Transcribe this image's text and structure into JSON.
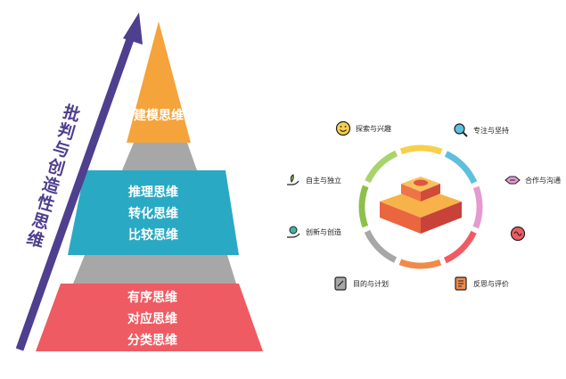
{
  "pyramid": {
    "axis_label": "批判与创造性思维",
    "tiers": [
      {
        "lines": [
          "建模思维"
        ]
      },
      {
        "lines": [
          "推理思维",
          "转化思维",
          "比较思维"
        ]
      },
      {
        "lines": [
          "有序思维",
          "对应思维",
          "分类思维"
        ]
      }
    ]
  },
  "ring": {
    "skills": [
      {
        "label": "探索与兴趣",
        "icon": "smiley-icon"
      },
      {
        "label": "专注与坚持",
        "icon": "magnifier-icon"
      },
      {
        "label": "自主与独立",
        "icon": "hand-sprout-icon"
      },
      {
        "label": "合作与沟通",
        "icon": "handshake-icon"
      },
      {
        "label": "创新与创造",
        "icon": "hand-plant-icon"
      },
      {
        "label": "",
        "icon": "brain-icon"
      },
      {
        "label": "目的与计划",
        "icon": "notepad-icon"
      },
      {
        "label": "反思与评价",
        "icon": "document-icon"
      }
    ]
  },
  "colors": {
    "orange": "#f5a33b",
    "teal": "#29a9c4",
    "coral": "#ef5b63",
    "gray": "#a7a7a7",
    "purple": "#4e3f8f"
  }
}
